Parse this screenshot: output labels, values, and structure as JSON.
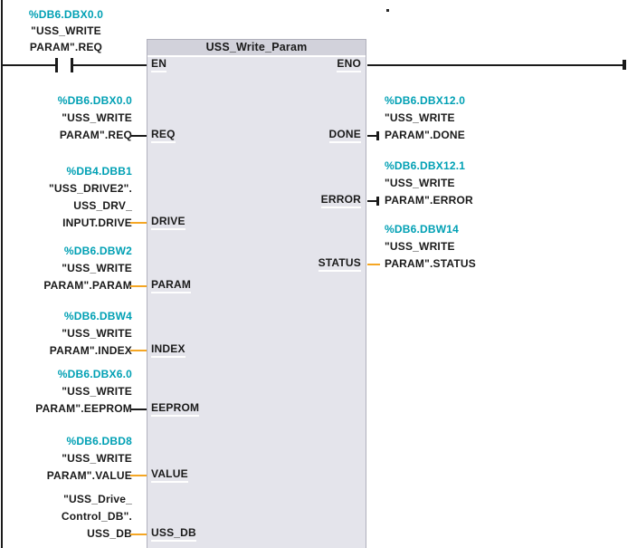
{
  "colors": {
    "address": "#00a0b4",
    "wire-orange": "#f5a623",
    "wire-black": "#1a1a1a",
    "block-header": "#d2d2db",
    "block-body": "#e4e4eb"
  },
  "network": {
    "comment_dot": ".",
    "block": {
      "title": "USS_Write_Param",
      "en_label": "EN",
      "eno_label": "ENO"
    },
    "contact": {
      "operand": [
        "%DB6.DBX0.0",
        "\"USS_WRITE",
        "PARAM\".REQ"
      ]
    },
    "inputs": [
      {
        "label": "REQ",
        "operand": [
          "%DB6.DBX0.0",
          "\"USS_WRITE",
          "PARAM\".REQ"
        ],
        "wire": "black"
      },
      {
        "label": "DRIVE",
        "operand": [
          "%DB4.DBB1",
          "\"USS_DRIVE2\".",
          "USS_DRV_",
          "INPUT.DRIVE"
        ],
        "wire": "orange"
      },
      {
        "label": "PARAM",
        "operand": [
          "%DB6.DBW2",
          "\"USS_WRITE",
          "PARAM\".PARAM"
        ],
        "wire": "orange"
      },
      {
        "label": "INDEX",
        "operand": [
          "%DB6.DBW4",
          "\"USS_WRITE",
          "PARAM\".INDEX"
        ],
        "wire": "orange"
      },
      {
        "label": "EEPROM",
        "operand": [
          "%DB6.DBX6.0",
          "\"USS_WRITE",
          "PARAM\".EEPROM"
        ],
        "wire": "black"
      },
      {
        "label": "VALUE",
        "operand": [
          "%DB6.DBD8",
          "\"USS_WRITE",
          "PARAM\".VALUE"
        ],
        "wire": "orange"
      },
      {
        "label": "USS_DB",
        "operand": [
          "\"USS_Drive_",
          "Control_DB\".",
          "USS_DB"
        ],
        "wire": "orange"
      }
    ],
    "outputs": [
      {
        "label": "DONE",
        "operand": [
          "%DB6.DBX12.0",
          "\"USS_WRITE",
          "PARAM\".DONE"
        ],
        "wire": "black",
        "tick": "yes"
      },
      {
        "label": "ERROR",
        "operand": [
          "%DB6.DBX12.1",
          "\"USS_WRITE",
          "PARAM\".ERROR"
        ],
        "wire": "black",
        "tick": "yes"
      },
      {
        "label": "STATUS",
        "operand": [
          "%DB6.DBW14",
          "\"USS_WRITE",
          "PARAM\".STATUS"
        ],
        "wire": "orange",
        "tick": "no"
      }
    ]
  }
}
